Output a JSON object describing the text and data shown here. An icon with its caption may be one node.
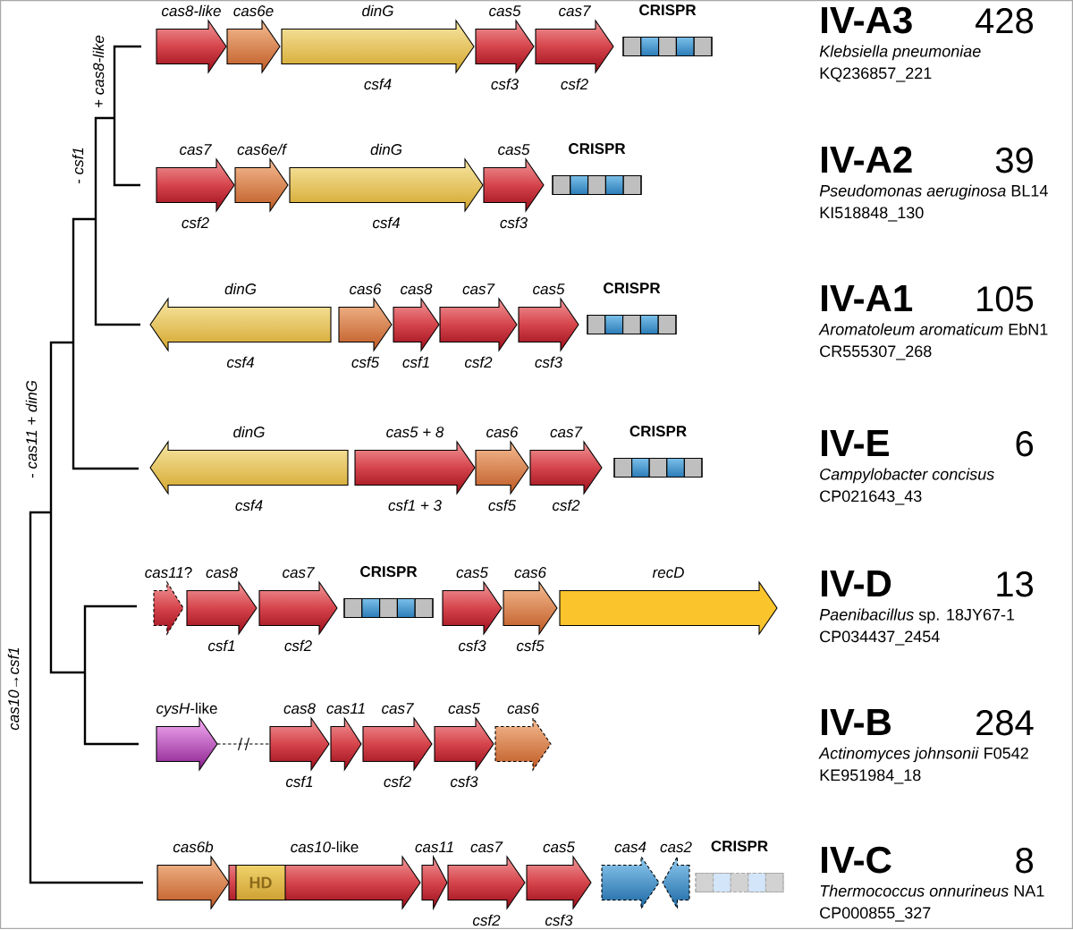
{
  "diagram": {
    "nodes": [
      {
        "text": [
          "cas8-like"
        ]
      },
      {
        "text": [
          "cas6e"
        ]
      },
      {
        "text": [
          "dinG",
          "csf4"
        ]
      },
      {
        "text": [
          "cas5",
          "csf3"
        ]
      },
      {
        "text": [
          "cas7",
          "csf2"
        ]
      },
      {
        "text": [
          "CRISPR"
        ]
      },
      {
        "text": [
          "cas7",
          "csf2"
        ]
      },
      {
        "text": [
          "cas6e/f"
        ]
      },
      {
        "text": [
          "dinG",
          "csf4"
        ]
      },
      {
        "text": [
          "cas5",
          "csf3"
        ]
      },
      {
        "text": [
          "CRISPR"
        ]
      },
      {
        "text": [
          "dinG",
          "csf4"
        ]
      },
      {
        "text": [
          "cas6",
          "csf5"
        ]
      },
      {
        "text": [
          "cas8",
          "csf1"
        ]
      },
      {
        "text": [
          "cas7",
          "csf2"
        ]
      },
      {
        "text": [
          "cas5",
          "csf3"
        ]
      },
      {
        "text": [
          "CRISPR"
        ]
      },
      {
        "text": [
          "dinG",
          "csf4"
        ]
      },
      {
        "text": [
          "cas5 + 8",
          "csf1 + 3"
        ]
      },
      {
        "text": [
          "cas6",
          "csf5"
        ]
      },
      {
        "text": [
          "cas7",
          "csf2"
        ]
      },
      {
        "text": [
          "CRISPR"
        ]
      },
      {
        "text": [
          "*cas11*?"
        ]
      },
      {
        "text": [
          "cas8",
          "csf1"
        ]
      },
      {
        "text": [
          "cas7",
          "csf2"
        ]
      },
      {
        "text": [
          "CRISPR"
        ]
      },
      {
        "text": [
          "cas5",
          "csf3"
        ]
      },
      {
        "text": [
          "cas6",
          "csf5"
        ]
      },
      {
        "text": [
          "recD"
        ]
      },
      {
        "text": [
          "*cysH*-like"
        ]
      },
      {
        "text": [
          "cas8",
          "csf1"
        ]
      },
      {
        "text": [
          "cas11"
        ]
      },
      {
        "text": [
          "cas7",
          "csf2"
        ]
      },
      {
        "text": [
          "cas5",
          "csf3"
        ]
      },
      {
        "text": [
          "cas6"
        ]
      },
      {
        "text": [
          "cas6b"
        ]
      },
      {
        "text": [
          "*cas10*-like"
        ]
      },
      {
        "text": [
          "HD"
        ],
        "in": 36
      },
      {
        "text": [
          "cas11"
        ]
      },
      {
        "text": [
          "cas7",
          "csf2"
        ]
      },
      {
        "text": [
          "cas5",
          "csf3"
        ]
      },
      {
        "text": [
          "cas4"
        ]
      },
      {
        "text": [
          "cas2"
        ]
      },
      {
        "text": [
          "CRISPR"
        ]
      }
    ],
    "edges": [
      {
        "from": 29,
        "to": 30,
        "arrow": "none",
        "style": "dashed"
      }
    ],
    "labels": [
      "+ *cas8-like*",
      "- *csf1*",
      "- *cas11* + *dinG*",
      "*cas10*→*csf1*",
      "IV-A3",
      "428",
      "Klebsiella pneumoniae",
      "KQ236857_221",
      "IV-A2",
      "39",
      "*Pseudomonas aeruginosa* BL14",
      "KI518848_130",
      "IV-A1",
      "105",
      "*Aromatoleum aromaticum* EbN1",
      "CR555307_268",
      "IV-E",
      "6",
      "Campylobacter concisus",
      "CP021643_43",
      "IV-D",
      "13",
      "*Paenibacillus* sp. 18JY67-1",
      "CP034437_2454",
      "IV-B",
      "284",
      "*Actinomyces johnsonii* F0542",
      "KE951984_18",
      "IV-C",
      "8",
      "*Thermococcus onnurineus* NA1",
      "CP000855_327"
    ]
  }
}
